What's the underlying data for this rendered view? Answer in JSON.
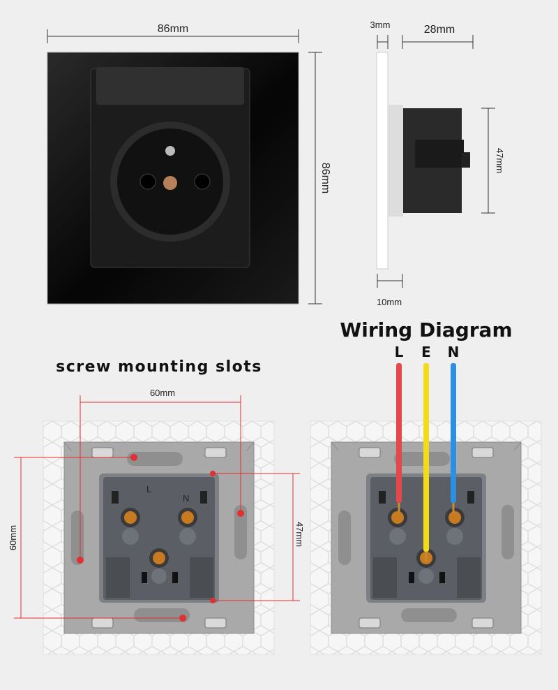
{
  "front_view": {
    "width_label": "86mm",
    "height_label": "86mm"
  },
  "side_view": {
    "plate_label": "3mm",
    "depth_label": "28mm",
    "body_height_label": "47mm",
    "flange_label": "10mm"
  },
  "wiring": {
    "title": "Wiring Diagram",
    "wires": [
      {
        "label": "L",
        "color": "#e5484a"
      },
      {
        "label": "E",
        "color": "#f2dc1a"
      },
      {
        "label": "N",
        "color": "#2d8fe0"
      }
    ]
  },
  "mounting": {
    "title": "screw mounting slots",
    "horizontal_label": "60mm",
    "vertical_label": "60mm",
    "module_label": "47mm",
    "terminal_labels": [
      "L",
      "N"
    ],
    "marker_color": "#e03030"
  }
}
